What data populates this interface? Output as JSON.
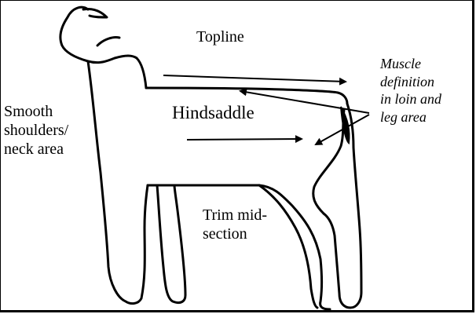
{
  "diagram": {
    "labels": {
      "topline": "Topline",
      "hindsaddle": "Hindsaddle",
      "shoulders": "Smooth\nshoulders/\nneck area",
      "trim": "Trim mid-\nsection",
      "muscle": "Muscle\ndefinition\nin loin and\nleg area"
    },
    "colors": {
      "ink": "#000000",
      "background": "#ffffff"
    }
  }
}
